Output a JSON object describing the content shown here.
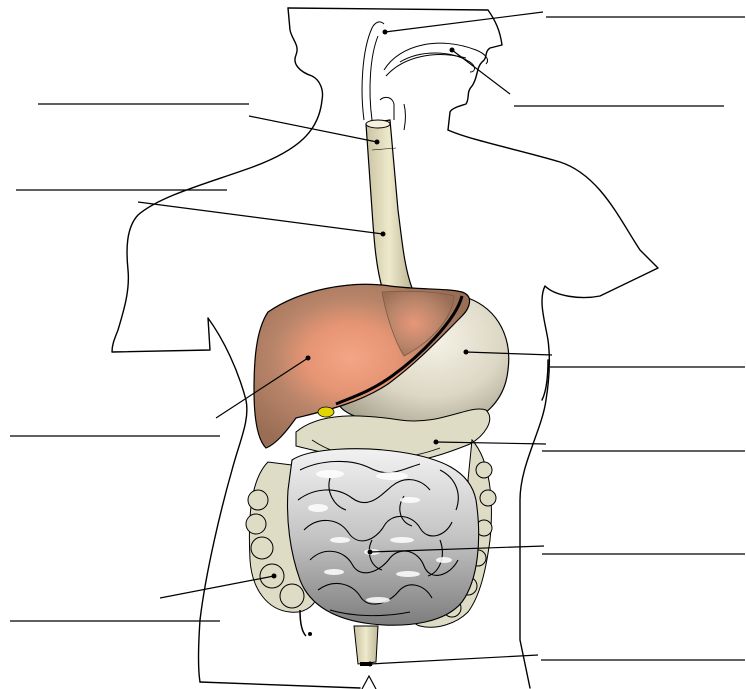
{
  "diagram": {
    "labels": [
      {
        "id": "top-right",
        "text": ""
      },
      {
        "id": "mouth",
        "text": ""
      },
      {
        "id": "pharynx",
        "text": ""
      },
      {
        "id": "esophagus",
        "text": ""
      },
      {
        "id": "stomach",
        "text": ""
      },
      {
        "id": "liver",
        "text": ""
      },
      {
        "id": "large-intestine-transverse",
        "text": ""
      },
      {
        "id": "small-intestine",
        "text": ""
      },
      {
        "id": "large-intestine-ascending",
        "text": ""
      },
      {
        "id": "rectum",
        "text": ""
      }
    ],
    "colors": {
      "outline": "#000000",
      "liver": "#a8775a",
      "liver_highlight": "#f0a07c",
      "stomach": "#dcd8c8",
      "intestine": "#c9c9c9",
      "colon": "#dfdcc6",
      "esophagus": "#e8e2c0",
      "gallbladder": "#e3d600"
    }
  }
}
